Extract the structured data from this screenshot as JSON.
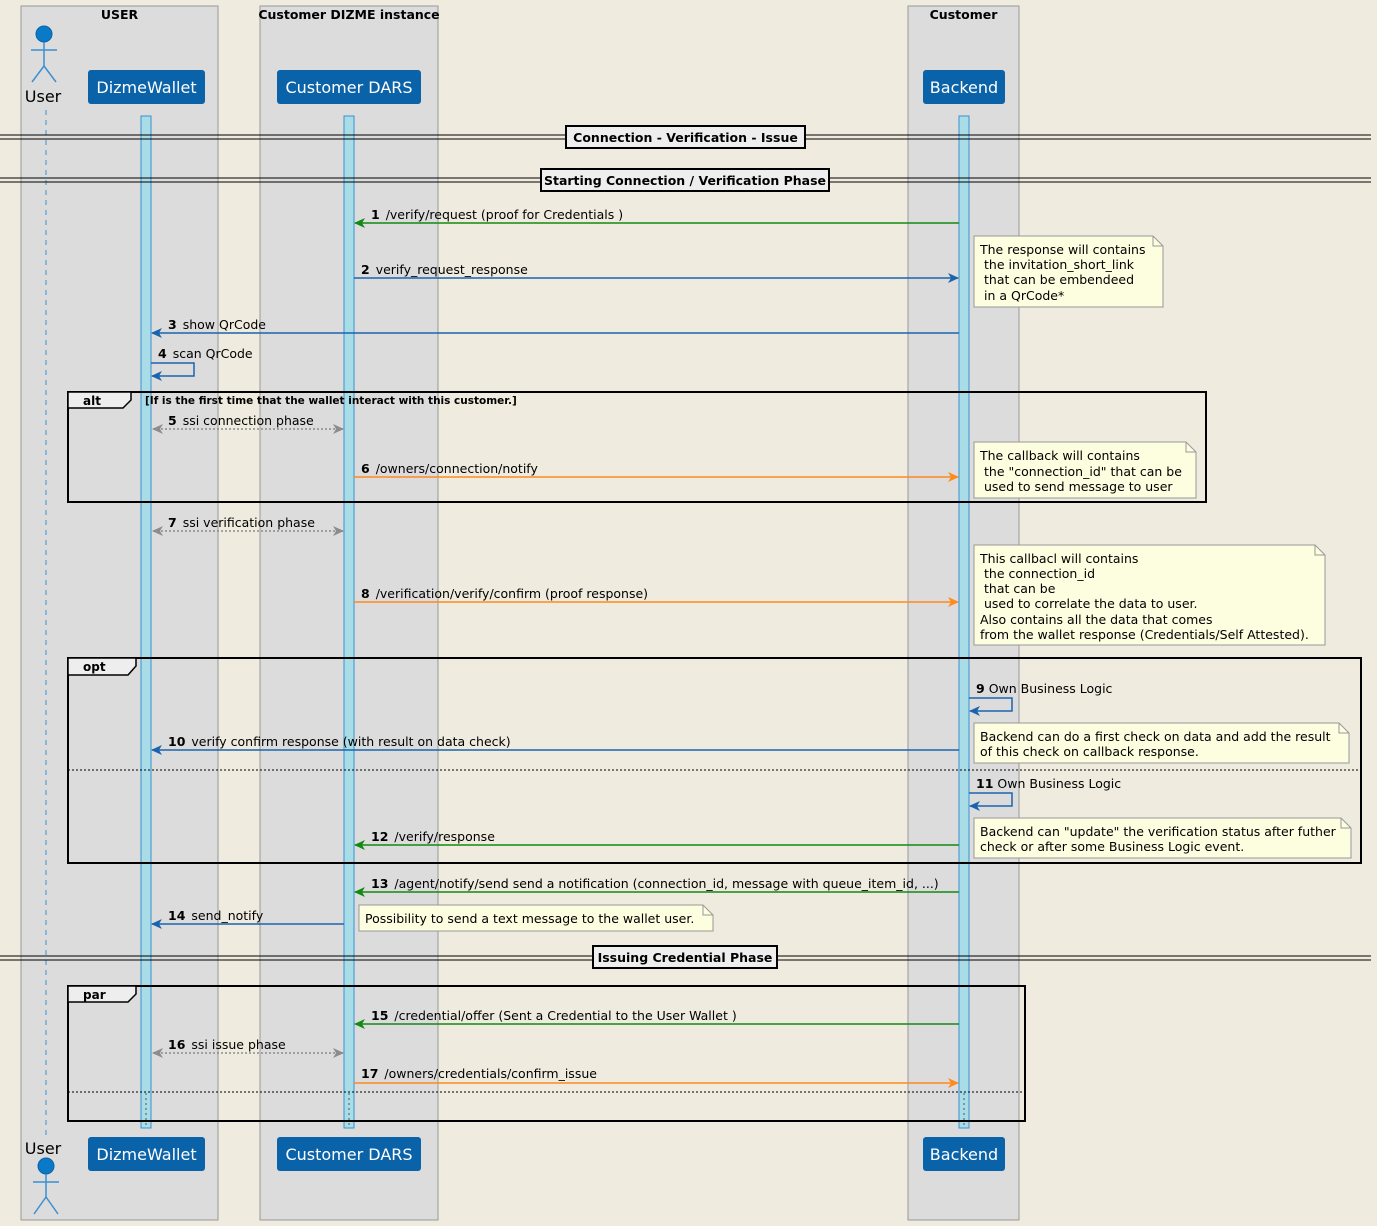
{
  "boxes": [
    {
      "id": "user_box",
      "title": "USER"
    },
    {
      "id": "dars_box",
      "title": "Customer DIZME instance"
    },
    {
      "id": "cust_box",
      "title": "Customer"
    }
  ],
  "participants": {
    "user": "User",
    "wallet": "DizmeWallet",
    "dars": "Customer DARS",
    "backend": "Backend"
  },
  "colors": {
    "green": "#138a13",
    "blue": "#1a64ad",
    "orange": "#ff8a1f",
    "gray": "#8c8c8c",
    "participant": "#0a62a8",
    "lifeline": "#a8dde8",
    "box": "#dcdcdc",
    "note": "#fdfde0"
  },
  "dividers": [
    {
      "id": "d1",
      "label": "Connection - Verification - Issue"
    },
    {
      "id": "d2",
      "label": "Starting Connection / Verification Phase"
    },
    {
      "id": "d3",
      "label": "Issuing Credential Phase"
    }
  ],
  "messages": [
    {
      "num": "1",
      "text": "/verify/request (proof for Credentials )",
      "color": "green"
    },
    {
      "num": "2",
      "text": "verify_request_response",
      "color": "blue"
    },
    {
      "num": "3",
      "text": "show QrCode",
      "color": "blue"
    },
    {
      "num": "4",
      "text": "scan QrCode",
      "color": "blue"
    },
    {
      "num": "5",
      "text": "ssi connection phase",
      "color": "gray"
    },
    {
      "num": "6",
      "text": "/owners/connection/notify",
      "color": "orange"
    },
    {
      "num": "7",
      "text": "ssi verification phase",
      "color": "gray"
    },
    {
      "num": "8",
      "text": "/verification/verify/confirm (proof response)",
      "color": "orange"
    },
    {
      "num": "9",
      "text": "Own Business Logic",
      "color": "blue"
    },
    {
      "num": "10",
      "text": "verify confirm response (with result on data check)",
      "color": "blue"
    },
    {
      "num": "11",
      "text": "Own Business Logic",
      "color": "blue"
    },
    {
      "num": "12",
      "text": "/verify/response",
      "color": "green"
    },
    {
      "num": "13",
      "text": "/agent/notify/send send a notification (connection_id, message with queue_item_id, ...)",
      "color": "green"
    },
    {
      "num": "14",
      "text": "send_notify",
      "color": "blue"
    },
    {
      "num": "15",
      "text": "/credential/offer (Sent a Credential to the User Wallet )",
      "color": "green"
    },
    {
      "num": "16",
      "text": "ssi issue phase",
      "color": "gray"
    },
    {
      "num": "17",
      "text": "/owners/credentials/confirm_issue",
      "color": "orange"
    }
  ],
  "notes": [
    {
      "id": "n1",
      "lines": [
        "The response will contains",
        "the invitation_short_link",
        "that can be embendeed",
        "in a QrCode*"
      ]
    },
    {
      "id": "n2",
      "lines": [
        "The callback will contains",
        "the \"connection_id\" that can be",
        "used to send message to user"
      ]
    },
    {
      "id": "n3",
      "lines": [
        "This callbacl will contains",
        "the connection_id",
        "that can be",
        "used to correlate the data to user.",
        "Also contains all the data that comes",
        "from the wallet response (Credentials/Self Attested)."
      ]
    },
    {
      "id": "n4",
      "lines": [
        "Backend can do a first check on data and add the result",
        "of this check on callback response."
      ]
    },
    {
      "id": "n5",
      "lines": [
        "Backend can \"update\" the verification status after futher",
        "check or after some Business Logic event."
      ]
    },
    {
      "id": "n6",
      "lines": [
        "Possibility to send a text message to the wallet user."
      ]
    }
  ],
  "frames": [
    {
      "id": "alt",
      "label": "alt",
      "condition": "[If is the first time that the wallet interact with this customer.]"
    },
    {
      "id": "opt",
      "label": "opt",
      "condition": ""
    },
    {
      "id": "par",
      "label": "par",
      "condition": ""
    }
  ]
}
